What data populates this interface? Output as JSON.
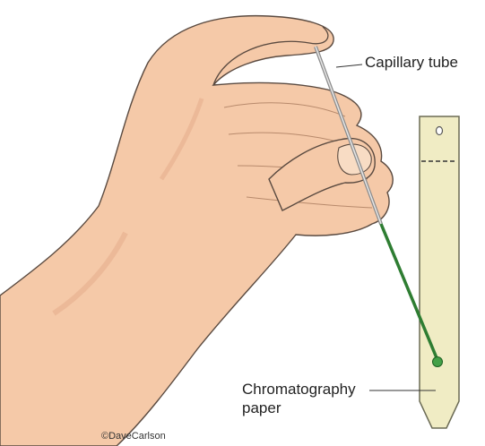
{
  "labels": {
    "capillary_tube": "Capillary tube",
    "chromatography_line1": "Chromatography",
    "chromatography_line2": "paper",
    "copyright": "©DaveCarlson"
  },
  "colors": {
    "skin": "#f5c9a8",
    "skin_shadow": "#e3a987",
    "outline": "#5a4a40",
    "paper": "#f0ecc4",
    "tube_liquid": "#2e7d32",
    "sample_spot": "#43a047"
  }
}
